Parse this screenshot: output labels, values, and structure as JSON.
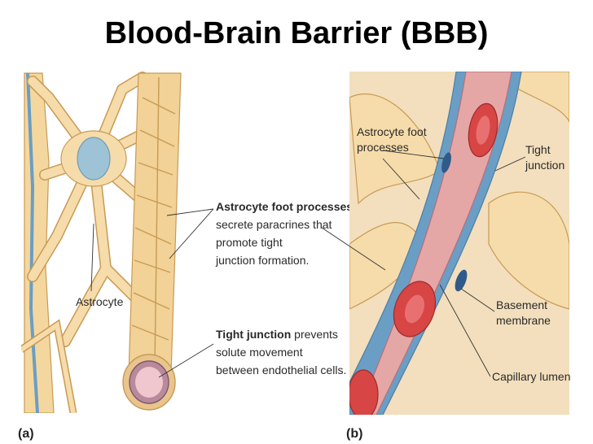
{
  "title": "Blood-Brain Barrier (BBB)",
  "panel_a": {
    "letter": "(a)",
    "astrocyte": "Astrocyte",
    "foot_bold": "Astrocyte foot processes",
    "foot_rest": [
      "secrete paracrines that",
      "promote tight",
      "junction formation."
    ],
    "tight_bold": "Tight junction",
    "tight_rest": [
      " prevents",
      "solute movement",
      "between endothelial cells."
    ]
  },
  "panel_b": {
    "letter": "(b)",
    "astro_foot": [
      "Astrocyte foot",
      "processes"
    ],
    "tight": [
      "Tight",
      "junction"
    ],
    "basement": [
      "Basement",
      "membrane"
    ],
    "capillary": "Capillary lumen"
  },
  "colors": {
    "cell_fill": "#f6dcaa",
    "cell_stroke": "#c89a55",
    "nucleus": "#9ec3d6",
    "vessel_blue": "#6a9ec4",
    "lumen": "#e5a6a6",
    "rbc": "#d84545"
  }
}
